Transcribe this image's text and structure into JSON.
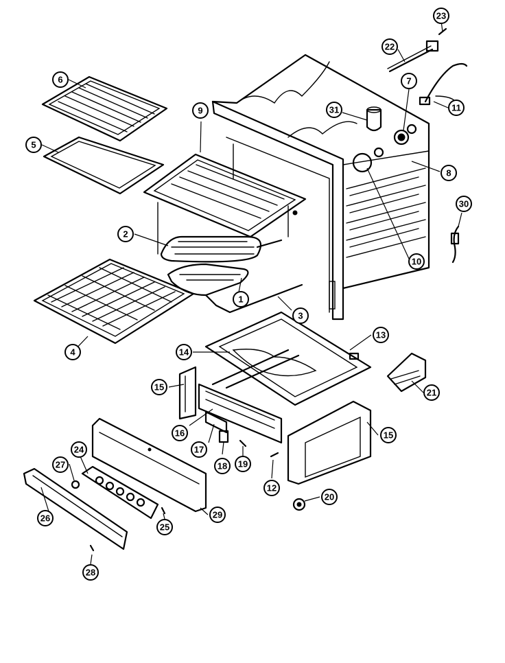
{
  "callouts": [
    {
      "num": "1"
    },
    {
      "num": "2"
    },
    {
      "num": "3"
    },
    {
      "num": "4"
    },
    {
      "num": "5"
    },
    {
      "num": "6"
    },
    {
      "num": "7"
    },
    {
      "num": "8"
    },
    {
      "num": "9"
    },
    {
      "num": "10"
    },
    {
      "num": "11"
    },
    {
      "num": "12"
    },
    {
      "num": "13"
    },
    {
      "num": "14"
    },
    {
      "num": "15"
    },
    {
      "num": "15"
    },
    {
      "num": "16"
    },
    {
      "num": "17"
    },
    {
      "num": "18"
    },
    {
      "num": "19"
    },
    {
      "num": "20"
    },
    {
      "num": "21"
    },
    {
      "num": "22"
    },
    {
      "num": "23"
    },
    {
      "num": "24"
    },
    {
      "num": "25"
    },
    {
      "num": "26"
    },
    {
      "num": "27"
    },
    {
      "num": "28"
    },
    {
      "num": "29"
    },
    {
      "num": "30"
    },
    {
      "num": "31"
    }
  ]
}
